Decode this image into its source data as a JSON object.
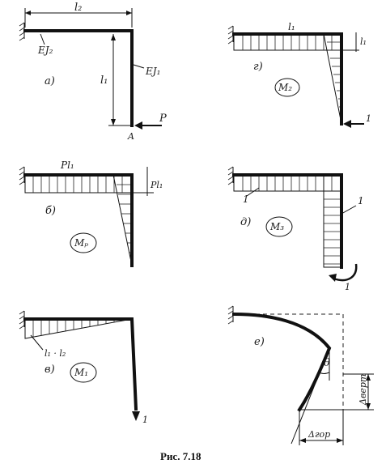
{
  "figure": {
    "caption": "Рис. 7.18",
    "panel_a": {
      "letter": "а)",
      "dim_top": "l₂",
      "dim_side": "l₁",
      "ej_top": "EJ₂",
      "ej_side": "EJ₁",
      "point": "A",
      "force": "P"
    },
    "panel_b": {
      "letter": "б)",
      "value_top": "Pl₁",
      "value_side": "Pl₁",
      "badge": "Mₚ"
    },
    "panel_v": {
      "letter": "в)",
      "value_top": "l₁ · l₂",
      "badge": "M₁",
      "load": "1"
    },
    "panel_g": {
      "letter": "г)",
      "value_top": "l₁",
      "value_side": "l₁",
      "badge": "M₂",
      "load": "1"
    },
    "panel_d": {
      "letter": "д)",
      "value_top": "1",
      "value_side": "1",
      "badge": "M₃",
      "load": "1"
    },
    "panel_e": {
      "letter": "е)",
      "angle": "θ",
      "delta_vert": "Δверт",
      "delta_hor": "Δгор"
    }
  }
}
